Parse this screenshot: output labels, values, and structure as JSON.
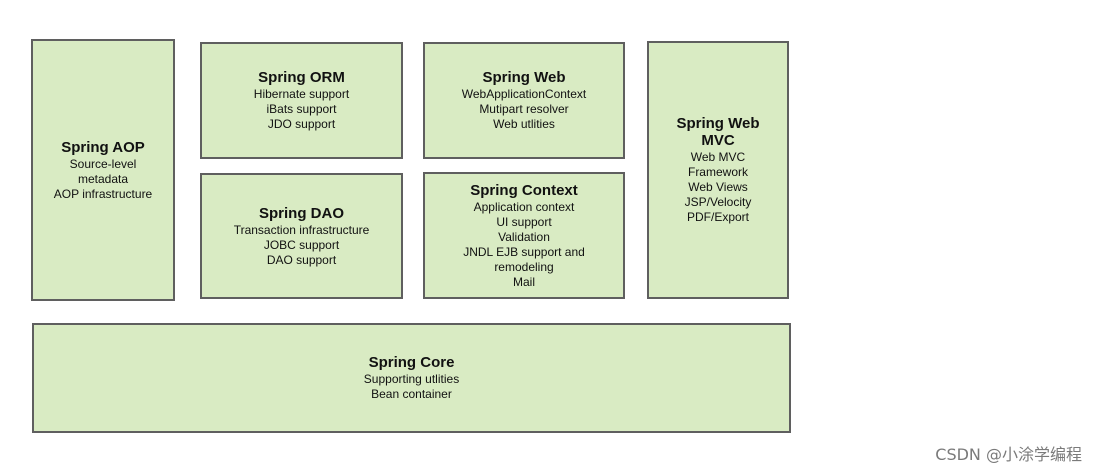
{
  "modules": {
    "aop": {
      "title": "Spring AOP",
      "lines": [
        "Source-level",
        "metadata",
        "AOP infrastructure"
      ]
    },
    "orm": {
      "title": "Spring ORM",
      "lines": [
        "Hibernate support",
        "iBats support",
        "JDO support"
      ]
    },
    "web": {
      "title": "Spring Web",
      "lines": [
        "WebApplicationContext",
        "Mutipart resolver",
        "Web utlities"
      ]
    },
    "mvc": {
      "title": "Spring Web MVC",
      "lines": [
        "Web MVC",
        "Framework",
        "Web Views",
        "JSP/Velocity",
        "PDF/Export"
      ]
    },
    "dao": {
      "title": "Spring DAO",
      "lines": [
        "Transaction infrastructure",
        "JOBC support",
        "DAO support"
      ]
    },
    "context": {
      "title": "Spring Context",
      "lines": [
        "Application context",
        "UI support",
        "Validation",
        "JNDL EJB support and remodeling",
        "Mail"
      ]
    },
    "core": {
      "title": "Spring Core",
      "lines": [
        "Supporting utlities",
        "Bean container"
      ]
    }
  },
  "watermark": "CSDN @小涂学编程",
  "colors": {
    "box_fill": "#d9ebc3",
    "box_border": "#5f5f5f"
  }
}
